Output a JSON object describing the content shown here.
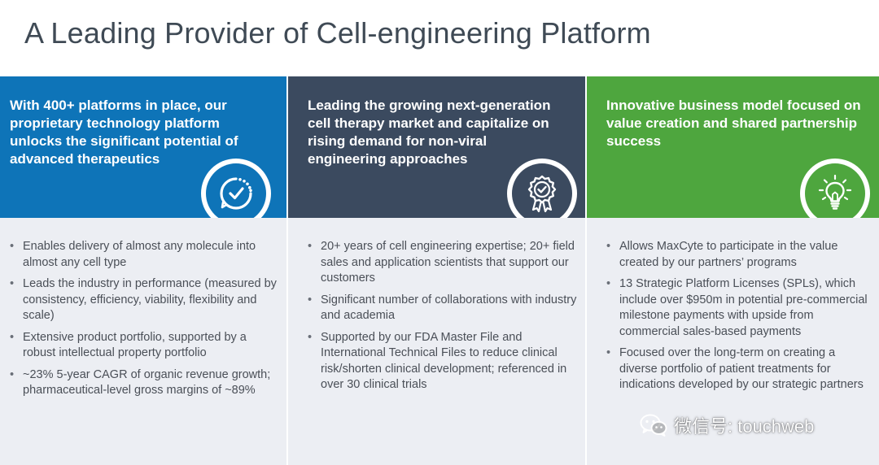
{
  "slide": {
    "title": "A Leading Provider of Cell-engineering Platform"
  },
  "columns": [
    {
      "heading": "With 400+ platforms in place, our proprietary technology platform unlocks the significant potential of advanced therapeutics",
      "icon": "cycle-check-icon",
      "color": "#0e74b8",
      "bullets": [
        "Enables delivery of almost any molecule into almost any cell type",
        "Leads the industry in performance (measured by consistency, efficiency, viability, flexibility and scale)",
        "Extensive product portfolio, supported by a robust intellectual property portfolio",
        "~23% 5-year CAGR of organic revenue growth; pharmaceutical-level gross margins of ~89%"
      ]
    },
    {
      "heading": "Leading the growing next-generation cell therapy market and capitalize on rising demand for non-viral engineering approaches",
      "icon": "award-ribbon-icon",
      "color": "#3b4a5f",
      "bullets": [
        "20+ years of cell engineering expertise; 20+ field sales and application scientists that support our customers",
        "Significant number of collaborations with industry and academia",
        "Supported by our FDA Master File and International Technical Files to reduce clinical risk/shorten clinical development; referenced in over 30 clinical trials"
      ]
    },
    {
      "heading": "Innovative business model focused on value creation and shared partnership success",
      "icon": "lightbulb-icon",
      "color": "#4ea63e",
      "bullets": [
        "Allows MaxCyte to participate in the value created by our partners’ programs",
        "13 Strategic Platform Licenses (SPLs), which include over $950m in potential pre-commercial milestone payments with upside from commercial sales-based payments",
        "Focused over the long-term on creating a diverse portfolio of patient treatments for indications developed by our strategic partners"
      ]
    }
  ],
  "watermark": {
    "icon": "wechat-icon",
    "text": "微信号: touchweb"
  }
}
